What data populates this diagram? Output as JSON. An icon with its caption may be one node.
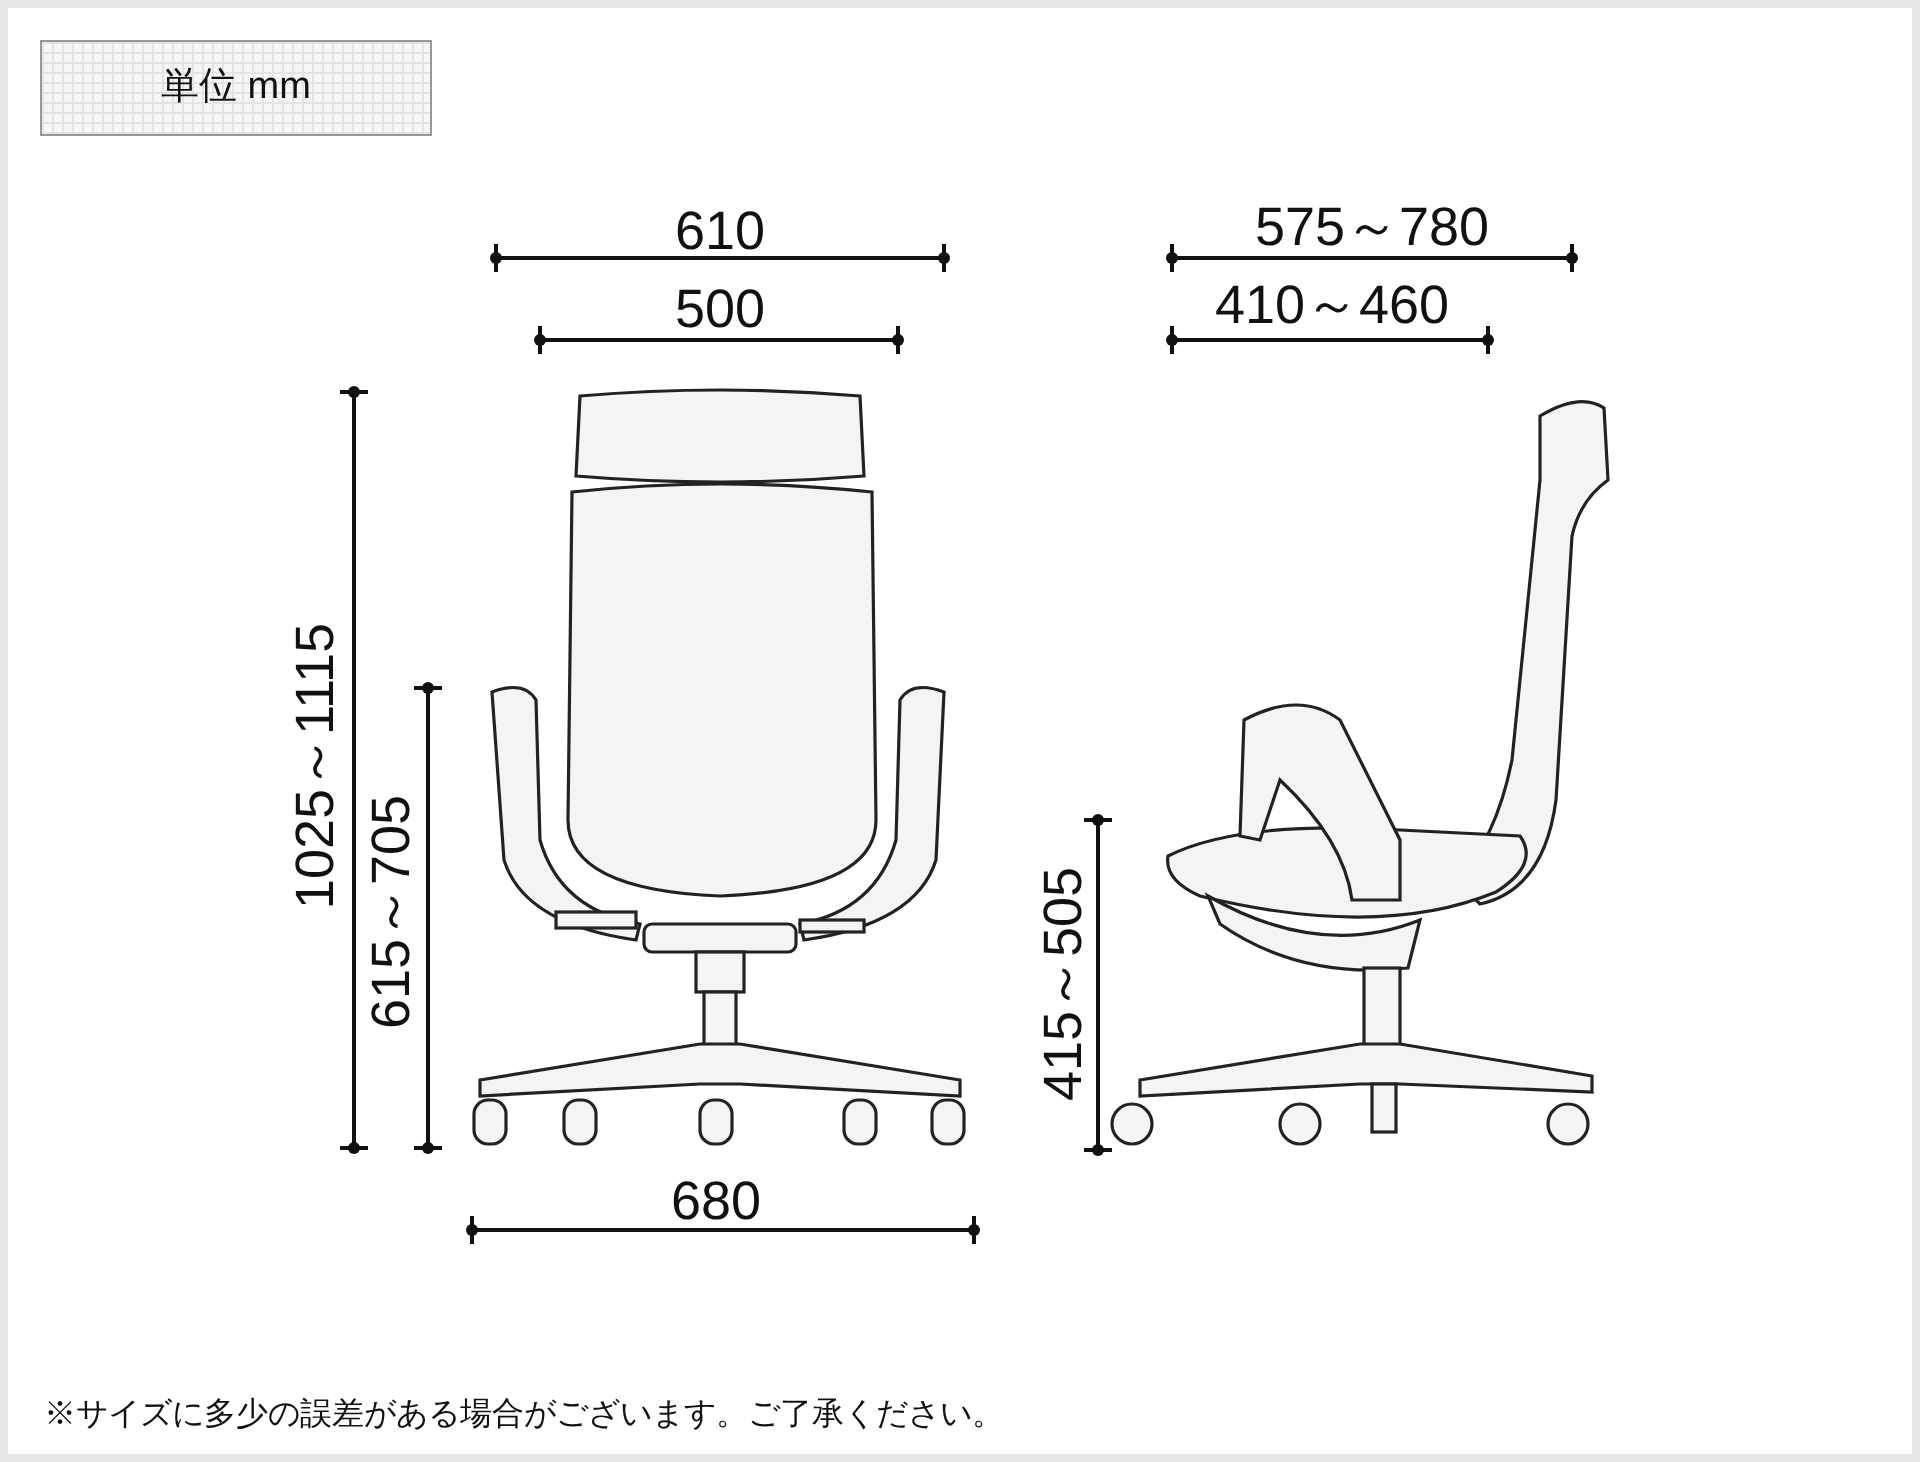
{
  "diagram": {
    "nodes": [
      {
        "text": [
          "単位 mm"
        ]
      }
    ],
    "labels": [
      "610",
      "500",
      "575～780",
      "410～460",
      "1025～1115",
      "615～705",
      "415～505",
      "680",
      "※サイズに多少の誤差がある場合がございます。ご了承ください。"
    ]
  }
}
